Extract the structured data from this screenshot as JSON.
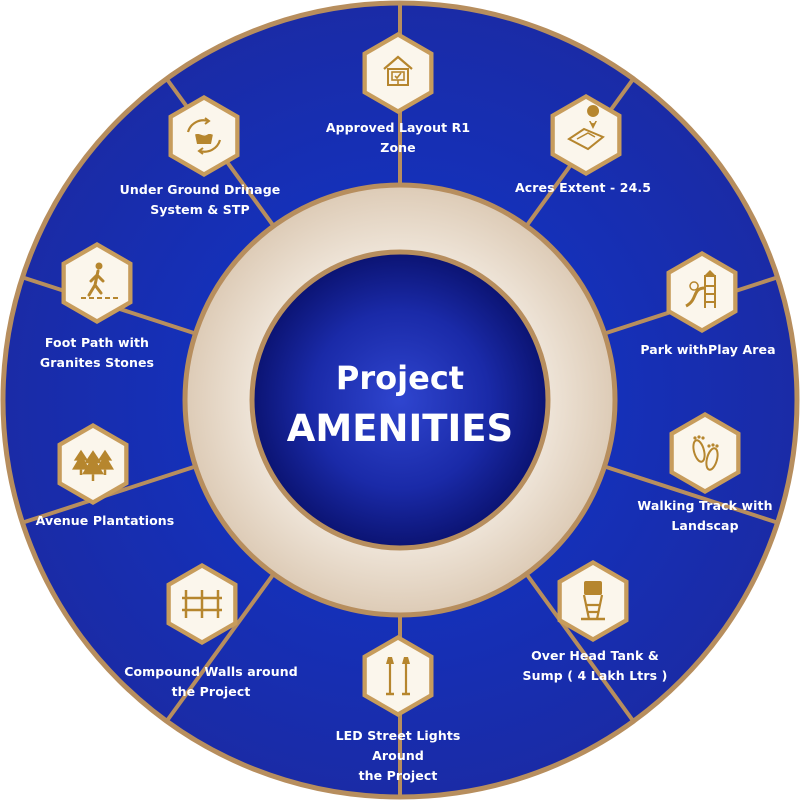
{
  "center": {
    "line1": "Project",
    "line2": "AMENITIES"
  },
  "colors": {
    "blue": "#1c2fb0",
    "blue_dark": "#0c157a",
    "gold": "#b78e5e",
    "ring": "#e9ddd0",
    "icon_gold": "#b6862e",
    "hexagon_fill": "#fbf6ec"
  },
  "amenities": [
    {
      "label": "Approved Layout R1 Zone",
      "icon": "house-monitor-icon"
    },
    {
      "label": "Acres Extent - 24.5",
      "icon": "map-pin-icon"
    },
    {
      "label": "Park withPlay Area",
      "icon": "playground-icon"
    },
    {
      "label": "Walking Track with\nLandscap",
      "icon": "footprints-icon"
    },
    {
      "label": "Over Head Tank &\nSump ( 4 Lakh Ltrs )",
      "icon": "water-tank-icon"
    },
    {
      "label": "LED Street Lights Around\nthe Project",
      "icon": "street-lights-icon"
    },
    {
      "label": "Compound Walls around\nthe Project",
      "icon": "fence-icon"
    },
    {
      "label": "Avenue Plantations",
      "icon": "trees-icon"
    },
    {
      "label": "Foot Path with\nGranites Stones",
      "icon": "pedestrian-icon"
    },
    {
      "label": "Under Ground Drinage\nSystem & STP",
      "icon": "drainage-icon"
    }
  ]
}
